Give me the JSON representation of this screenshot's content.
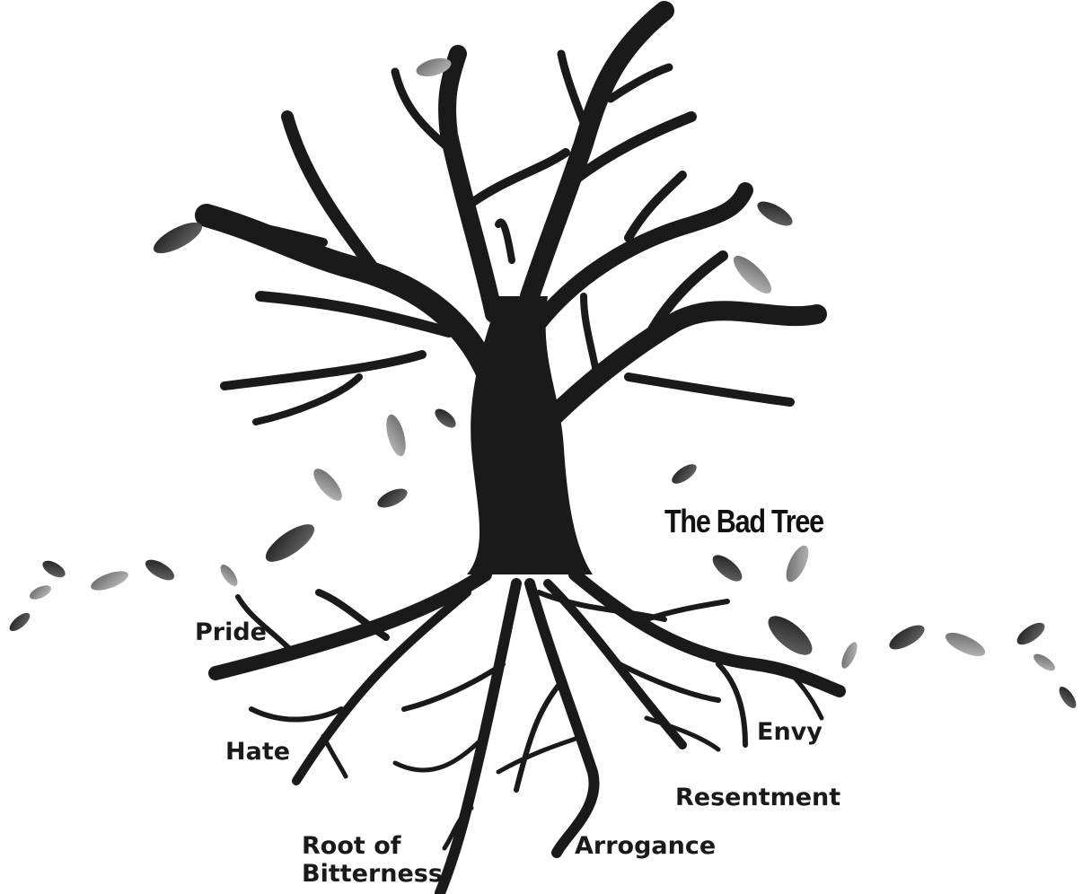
{
  "title": "The Bad Tree",
  "roots": {
    "pride": "Pride",
    "hate": "Hate",
    "root_line1": "Root of",
    "root_line2": "Bitterness",
    "arrogance": "Arrogance",
    "resentment": "Resentment",
    "envy": "Envy"
  },
  "colors": {
    "tree": "#1a1a1a",
    "leaf_dark": "#2b2b2b",
    "leaf_light": "#8a8a8a"
  }
}
